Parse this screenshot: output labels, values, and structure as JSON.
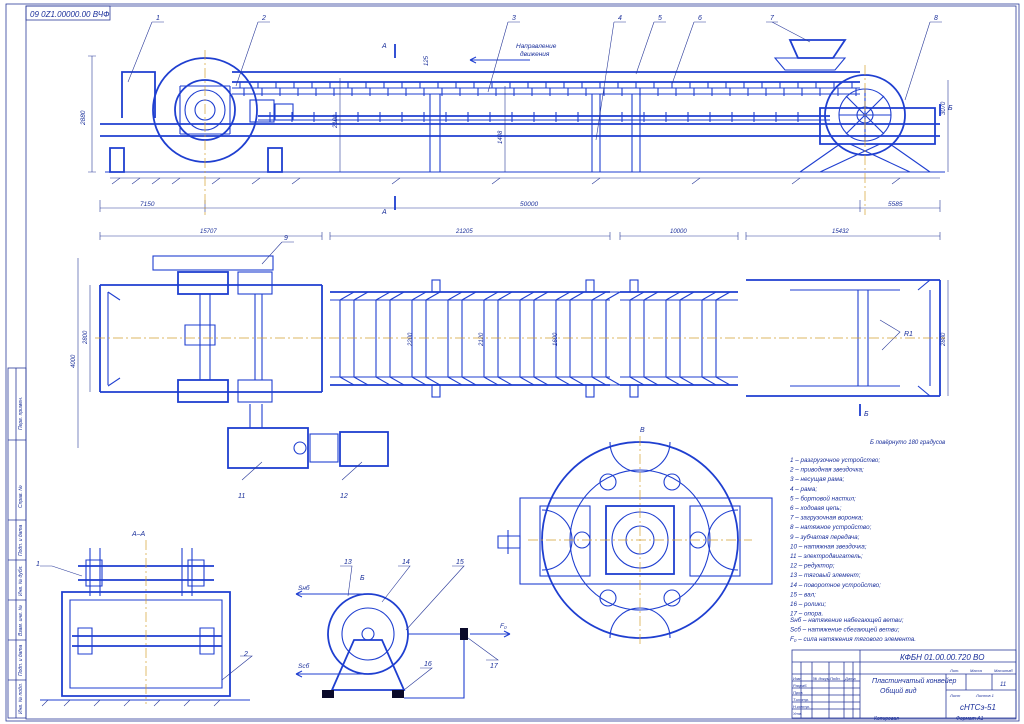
{
  "stamp": "09 0Z1.00000.00 ВЧФ",
  "callouts": {
    "c1": "1",
    "c2": "2",
    "c3": "3",
    "c4": "4",
    "c5": "5",
    "c6": "6",
    "c7": "7",
    "c8": "8",
    "c9": "9",
    "c11": "11",
    "c12": "12",
    "c13": "13",
    "c14": "14",
    "c15": "15",
    "c16": "16",
    "c17": "17",
    "c1b": "1",
    "c2b": "2"
  },
  "top_view": {
    "direction_label_1": "Направление",
    "direction_label_2": "движения",
    "dim_height_left": "2880",
    "dim_mid_1": "2100",
    "dim_mid_2": "1408",
    "dim_right": "3070",
    "dim_top": "125",
    "dim_bottom_left": "7150",
    "dim_bottom_mid": "50000",
    "dim_bottom_right": "5585",
    "section_a": "А",
    "view_b": "Б"
  },
  "plan_view": {
    "dim_seg_1": "15707",
    "dim_seg_2": "21205",
    "dim_seg_3": "10000",
    "dim_seg_4": "15432",
    "dim_outer": "4000",
    "dim_inner": "2800",
    "dim_w1": "2200",
    "dim_w2": "2120",
    "dim_w3": "1600",
    "dim_right_w": "2880",
    "r_label": "R1"
  },
  "section_label": "А–А",
  "view_b_label": "В",
  "view_rotated_note": "Б повёрнуто 180 градусов",
  "legend": [
    "1 – разгрузочное устройство;",
    "2 – приводная звездочка;",
    "3 – несущая рама;",
    "4 – рама;",
    "5 – бортовой настил;",
    "6 – ходовая цепь;",
    "7 – загрузочная воронка;",
    "8 – натяжное устройство;",
    "9 – зубчатая передача;",
    "10 – натяжная звездочка;",
    "11 – электродвигатель;",
    "12 – редуктор;",
    "13 – тяговый элемент;",
    "14 – поворотное устройство;",
    "15 – вал;",
    "16 – ролики;",
    "17 – опора."
  ],
  "notes": [
    "Sнб – натяжение набегающей ветви;",
    "Sсб – натяжение сбегающей ветви;",
    "F₀ – сила натяжения тягового элемента."
  ],
  "force_labels": {
    "snb": "Sнб",
    "ssb": "Sсб",
    "f0": "F₀",
    "b": "Б"
  },
  "title_block": {
    "doc_code": "КФБН 01.00.00.720 ВО",
    "title_line1": "Пластинчатый конвейер",
    "title_line2": "Общий вид",
    "group": "сНТСэ-51",
    "sheet_no": "11",
    "h_izm": "Изм.",
    "h_list": "Лист",
    "h_doc": "№ докум.",
    "h_sign": "Подп.",
    "h_date": "Дата",
    "h_razrab": "Разраб.",
    "h_prov": "Пров.",
    "h_tkontr": "Т.контр.",
    "h_nkontr": "Н.контр.",
    "h_utv": "Утв.",
    "h_lit": "Лит.",
    "h_mass": "Масса",
    "h_scale": "Масштаб",
    "h_sheet": "Лист",
    "h_sheets": "Листов 1",
    "copied": "Копировал",
    "format": "Формат А1"
  },
  "side_stamp": {
    "perv": "Перв. примен.",
    "sprav": "Справ. №",
    "podp_date": "Подп. и дата",
    "inv_dubl": "Инв. № дубл.",
    "vzam": "Взам. инв. №",
    "podp_date2": "Подп. и дата",
    "inv_podl": "Инв. № подл."
  }
}
